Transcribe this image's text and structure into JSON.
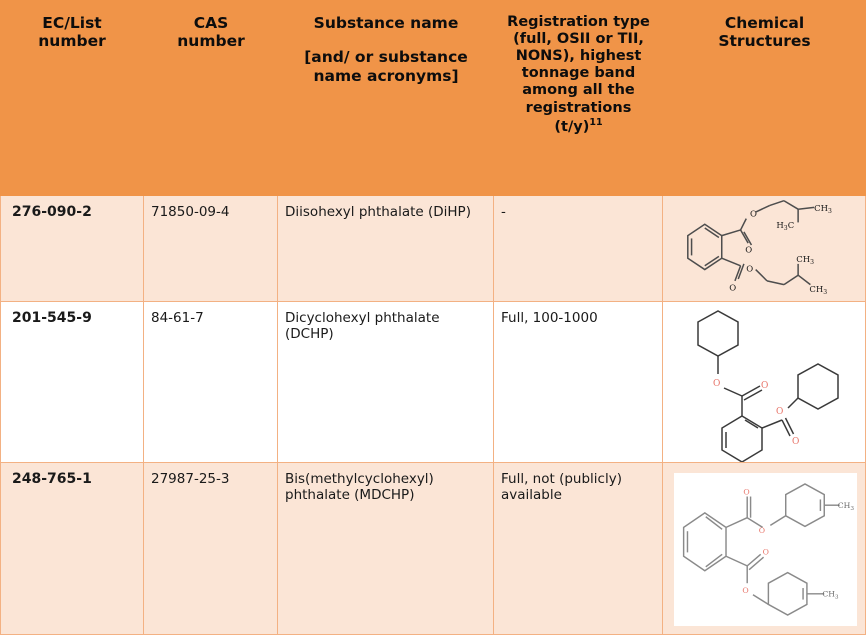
{
  "table": {
    "columns": [
      {
        "id": "ec-list-number",
        "label": "EC/List\nnumber",
        "label_line1": "EC/List",
        "label_line2": "number"
      },
      {
        "id": "cas-number",
        "label_line1": "CAS",
        "label_line2": "number"
      },
      {
        "id": "substance-name",
        "label_line1": "Substance name",
        "sub": "[and/ or substance name acronyms]"
      },
      {
        "id": "registration-type",
        "label": "Registration type (full, OSII or TII, NONS), highest tonnage band among all the registrations (t/y)",
        "footnote": "11"
      },
      {
        "id": "chemical-structures",
        "label_line1": "Chemical",
        "label_line2": "Structures"
      }
    ],
    "rows": [
      {
        "ec_list_number": "276-090-2",
        "cas_number": "71850-09-4",
        "substance_name": "Diisohexyl phthalate (DiHP)",
        "registration_type": "-",
        "structure_name": "diisohexyl-phthalate-structure",
        "structure_style": "transparent"
      },
      {
        "ec_list_number": "201-545-9",
        "cas_number": "84-61-7",
        "substance_name": "Dicyclohexyl phthalate (DCHP)",
        "registration_type": "Full, 100-1000",
        "structure_name": "dicyclohexyl-phthalate-structure",
        "structure_style": "white"
      },
      {
        "ec_list_number": "248-765-1",
        "cas_number": "27987-25-3",
        "substance_name": "Bis(methylcyclohexyl) phthalate (MDCHP)",
        "registration_type": "Full, not (publicly) available",
        "structure_name": "bis-methylcyclohexyl-phthalate-structure",
        "structure_style": "white"
      }
    ]
  },
  "colors": {
    "header_background": "#F09448",
    "row_background_alt": "#FBE5D6",
    "row_background": "#FFFFFF",
    "border": "#F3B183",
    "text": "#1A1A1A",
    "oxygen_label": "#E8766B",
    "bond": "#4D4D4D"
  }
}
